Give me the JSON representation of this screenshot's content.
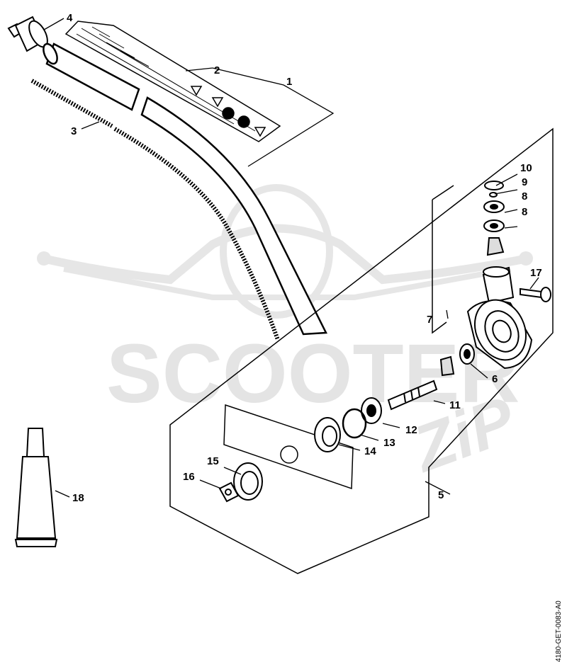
{
  "watermark": {
    "brand": "SCOOTER",
    "suffix": "ZiP"
  },
  "document_id": "4180-GET-0083-A0",
  "parts": [
    {
      "key": "p1",
      "label": "1"
    },
    {
      "key": "p2",
      "label": "2"
    },
    {
      "key": "p3",
      "label": "3"
    },
    {
      "key": "p4",
      "label": "4"
    },
    {
      "key": "p5",
      "label": "5"
    },
    {
      "key": "p6",
      "label": "6"
    },
    {
      "key": "p7",
      "label": "7"
    },
    {
      "key": "p8a",
      "label": "8"
    },
    {
      "key": "p8b",
      "label": "8"
    },
    {
      "key": "p9",
      "label": "9"
    },
    {
      "key": "p10",
      "label": "10"
    },
    {
      "key": "p11",
      "label": "11"
    },
    {
      "key": "p12",
      "label": "12"
    },
    {
      "key": "p13",
      "label": "13"
    },
    {
      "key": "p14",
      "label": "14"
    },
    {
      "key": "p15",
      "label": "15"
    },
    {
      "key": "p16",
      "label": "16"
    },
    {
      "key": "p17",
      "label": "17"
    },
    {
      "key": "p18",
      "label": "18"
    }
  ]
}
